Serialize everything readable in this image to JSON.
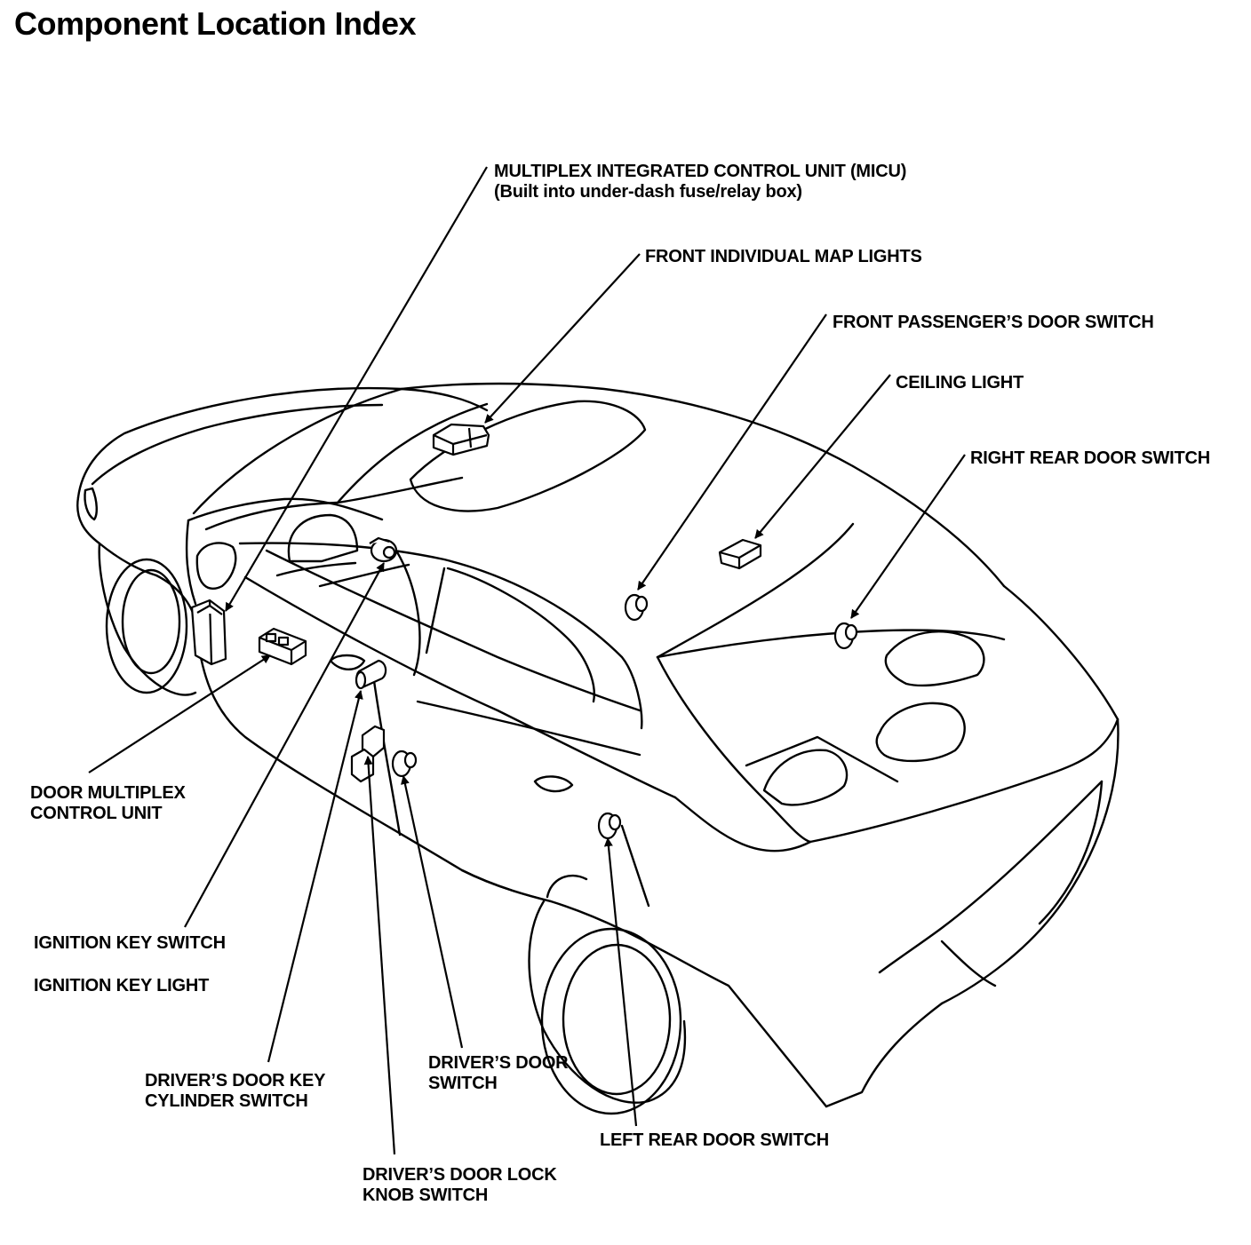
{
  "title": "Component Location Index",
  "labels": {
    "micu_line1": "MULTIPLEX INTEGRATED CONTROL UNIT (MICU)",
    "micu_line2": "(Built into under-dash fuse/relay box)",
    "map_lights": "FRONT INDIVIDUAL MAP LIGHTS",
    "front_pass_door_switch": "FRONT PASSENGER’S DOOR SWITCH",
    "ceiling_light": "CEILING LIGHT",
    "right_rear_door_switch": "RIGHT REAR DOOR SWITCH",
    "door_mux_line1": "DOOR MULTIPLEX",
    "door_mux_line2": "CONTROL UNIT",
    "ignition_key_switch": "IGNITION KEY SWITCH",
    "ignition_key_light": "IGNITION KEY LIGHT",
    "key_cyl_line1": "DRIVER’S DOOR KEY",
    "key_cyl_line2": "CYLINDER SWITCH",
    "drv_door_sw_line1": "DRIVER’S DOOR",
    "drv_door_sw_line2": "SWITCH",
    "left_rear_door_switch": "LEFT REAR DOOR SWITCH",
    "lock_knob_line1": "DRIVER’S DOOR LOCK",
    "lock_knob_line2": "KNOB SWITCH"
  }
}
